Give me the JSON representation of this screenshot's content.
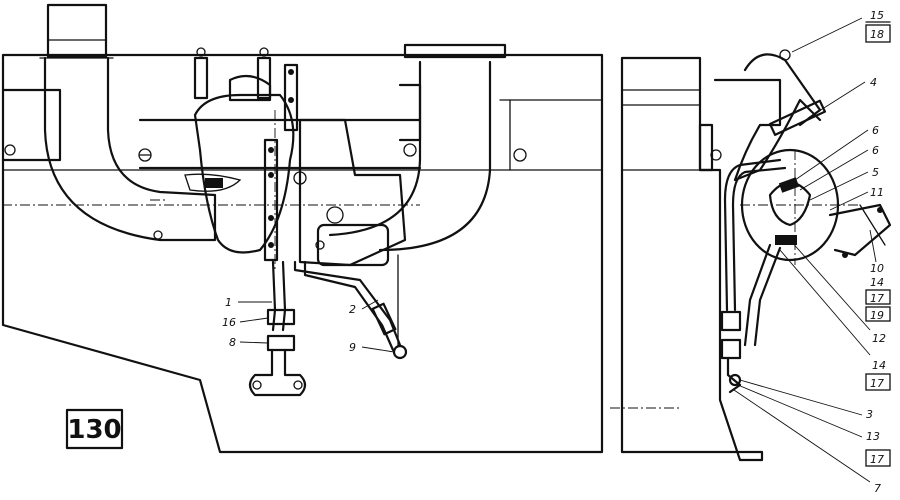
{
  "figure_number": "130",
  "callouts": {
    "c1": "1",
    "c16": "16",
    "c8": "8",
    "c2": "2",
    "c9": "9",
    "c15": "15",
    "c18": "18",
    "c4": "4",
    "c6a": "6",
    "c6b": "6",
    "c5": "5",
    "c11": "11",
    "c10": "10",
    "c14a": "14",
    "c17a": "17",
    "c19": "19",
    "c12": "12",
    "c14b": "14",
    "c17b": "17",
    "c3": "3",
    "c13": "13",
    "c17c": "17",
    "c7": "7"
  }
}
